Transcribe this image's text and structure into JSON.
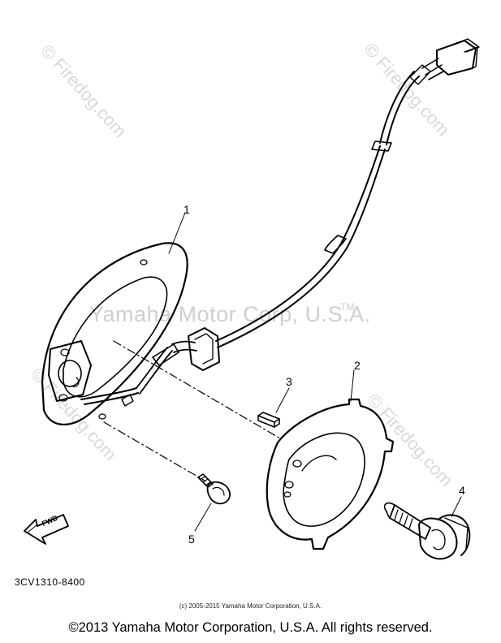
{
  "watermarks": {
    "site": "© Firedog.com",
    "main": "Yamaha Motor Corp, U.S.A.",
    "trademark": "TM"
  },
  "callouts": {
    "part_1": "1",
    "part_2": "2",
    "part_3": "3",
    "part_4": "4",
    "part_5": "5"
  },
  "fwd_label": "FWD",
  "diagram_code": "3CV1310-8400",
  "small_copyright": "(c) 2005-2015 Yamaha Motor Corporation, U.S.A.",
  "footer_copyright": "©2013 Yamaha Motor Corporation, U.S.A. All rights reserved."
}
